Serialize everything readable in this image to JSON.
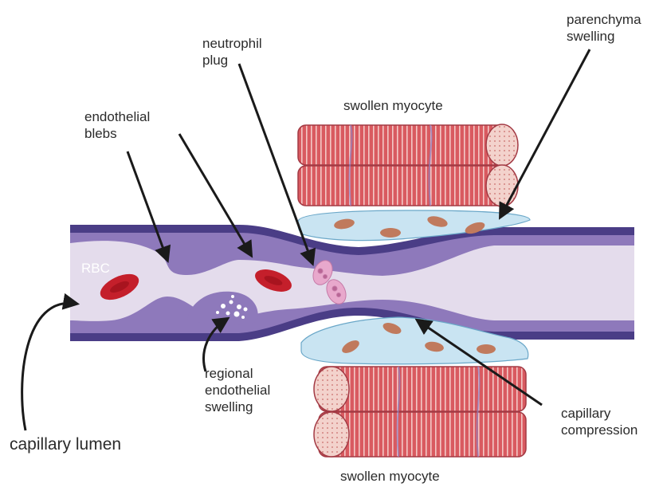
{
  "labels": {
    "parenchyma_swelling": "parenchyma\nswelling",
    "neutrophil_plug": "neutrophil\nplug",
    "swollen_myocyte_top": "swollen myocyte",
    "endothelial_blebs": "endothelial\nblebs",
    "rbc": "RBC",
    "regional_endothelial_swelling": "regional\nendothelial\nswelling",
    "capillary_lumen": "capillary lumen",
    "capillary_compression": "capillary\ncompression",
    "swollen_myocyte_bottom": "swollen myocyte"
  },
  "colors": {
    "vessel_wall": "#4a3d86",
    "endothelium": "#8e79bb",
    "lumen": "#e4dcec",
    "rbc": "#c41f2b",
    "myocyte": "#d95a60",
    "parenchyma": "#c9e4f2",
    "nucleus": "#c07a5d",
    "neutrophil": "#e8a8cc"
  }
}
